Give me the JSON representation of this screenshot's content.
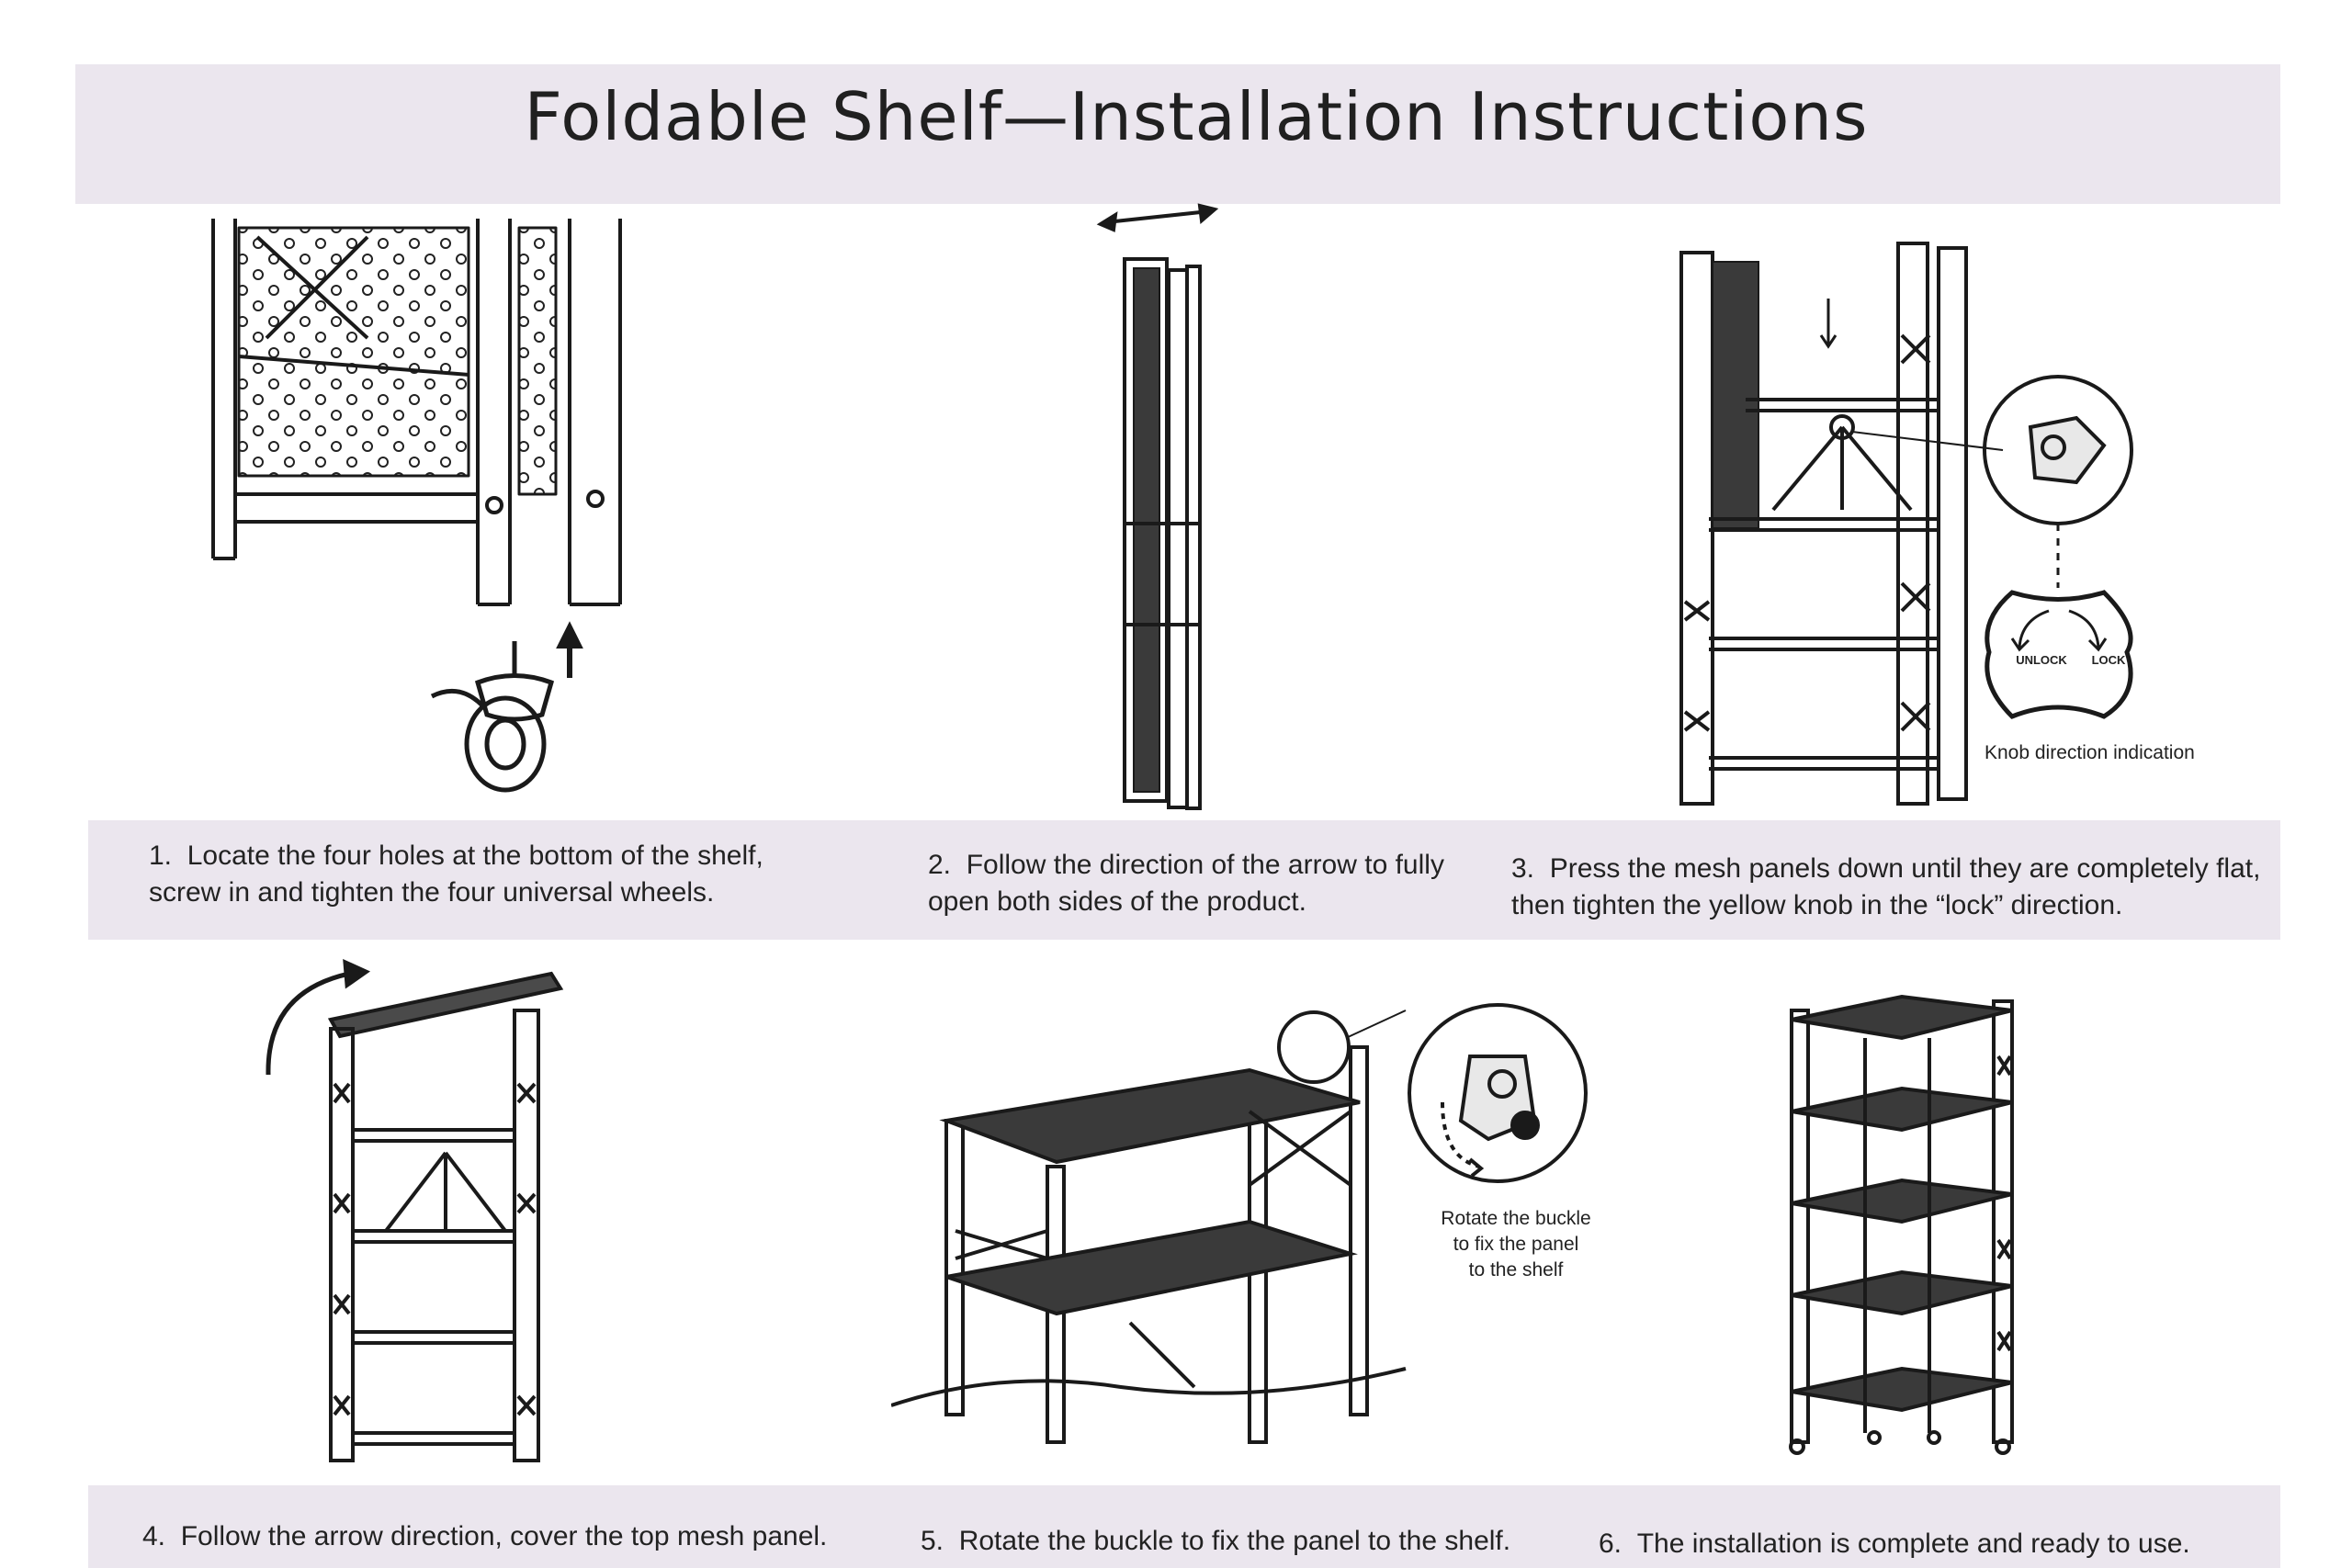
{
  "title": "Foldable Shelf—Installation Instructions",
  "steps": [
    {
      "number": "1.",
      "line1": "Locate the four holes at the bottom of the shelf,",
      "line2": "screw in and tighten the four universal wheels."
    },
    {
      "number": "2.",
      "line1": "Follow the direction of the arrow to fully",
      "line2": "open both sides of the product."
    },
    {
      "number": "3.",
      "line1": "Press the mesh panels down until they are completely flat,",
      "line2": "then tighten the yellow knob in the “lock” direction."
    },
    {
      "number": "4.",
      "line1": "Follow the arrow direction, cover the top mesh panel.",
      "line2": ""
    },
    {
      "number": "5.",
      "line1": "Rotate the buckle to fix the panel to the shelf.",
      "line2": ""
    },
    {
      "number": "6.",
      "line1": "The installation is complete and ready to use.",
      "line2": ""
    }
  ],
  "annotations": {
    "knob_caption": "Knob direction indication",
    "unlock": "UNLOCK",
    "lock": "LOCK",
    "buckle_1": "Rotate the buckle",
    "buckle_2": "to fix the panel",
    "buckle_3": "to the shelf"
  }
}
